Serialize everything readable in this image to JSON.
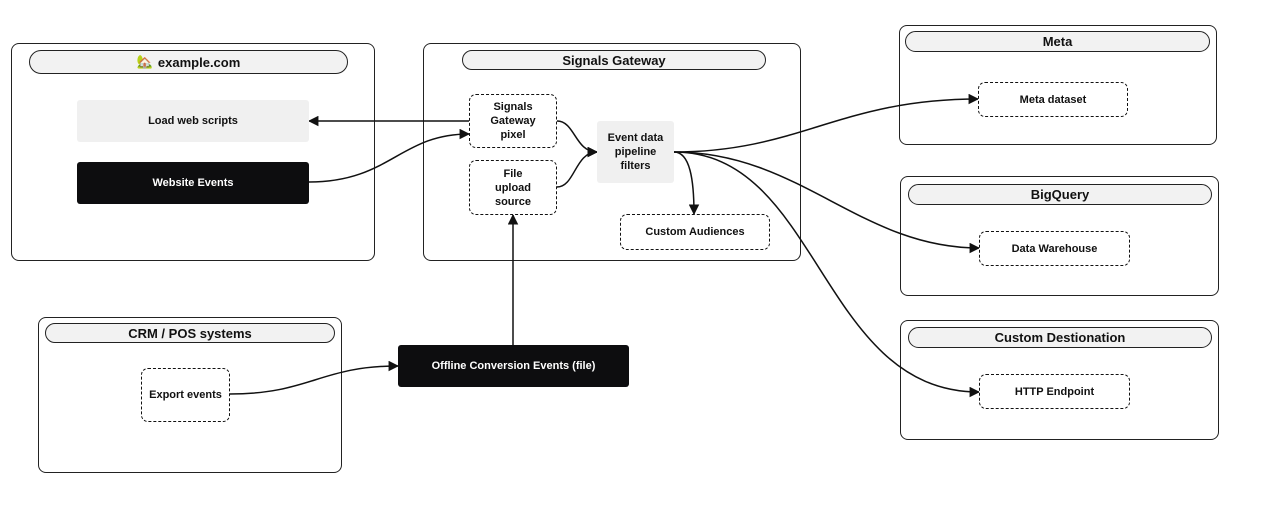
{
  "groups": {
    "example": {
      "title": "example.com",
      "icon": "house-icon"
    },
    "gateway": {
      "title": "Signals Gateway"
    },
    "crm": {
      "title": "CRM / POS systems"
    },
    "meta": {
      "title": "Meta"
    },
    "bigquery": {
      "title": "BigQuery"
    },
    "custom": {
      "title": "Custom Destionation"
    }
  },
  "nodes": {
    "load_web_scripts": "Load web scripts",
    "website_events": "Website Events",
    "gateway_pixel": "Signals Gateway pixel",
    "file_upload_source": "File upload source",
    "event_pipeline": "Event data pipeline filters",
    "custom_audiences": "Custom Audiences",
    "export_events": "Export events",
    "offline_events": "Offline Conversion Events (file)",
    "meta_dataset": "Meta dataset",
    "data_warehouse": "Data Warehouse",
    "http_endpoint": "HTTP Endpoint"
  },
  "colors": {
    "dark_node": "#0d0d0f",
    "grey_node": "#f0f0f0",
    "pill": "#f2f2f2",
    "edge": "#111111"
  }
}
